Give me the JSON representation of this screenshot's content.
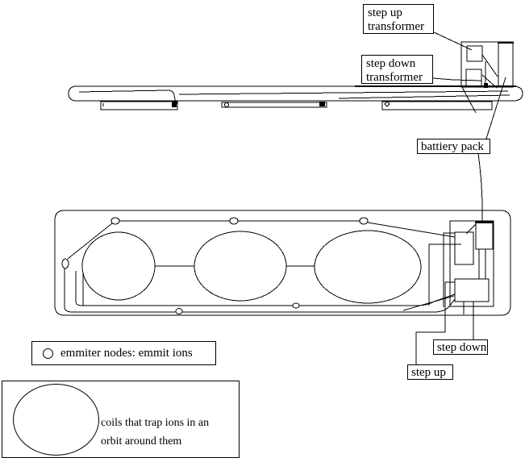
{
  "canvas": {
    "background_color": "#ffffff",
    "line_color": "#000000"
  },
  "labels": {
    "step_up_transformer": {
      "lines": [
        "step up",
        "transformer"
      ]
    },
    "step_down_transformer": {
      "lines": [
        "step down",
        "transformer"
      ]
    },
    "battery_pack": {
      "text": "battiery pack"
    },
    "step_down": {
      "text": "step down"
    },
    "step_up": {
      "text": "step up"
    }
  },
  "legend": {
    "emitter": {
      "icon": "small-circle-icon",
      "text": "emmiter nodes: emmit ions"
    },
    "coils": {
      "icon": "large-ellipse-icon",
      "lines": [
        "coils that trap ions in an",
        "orbit around them"
      ]
    }
  },
  "drawing": {
    "coil_count": 3,
    "emitter_node_count": 6
  }
}
